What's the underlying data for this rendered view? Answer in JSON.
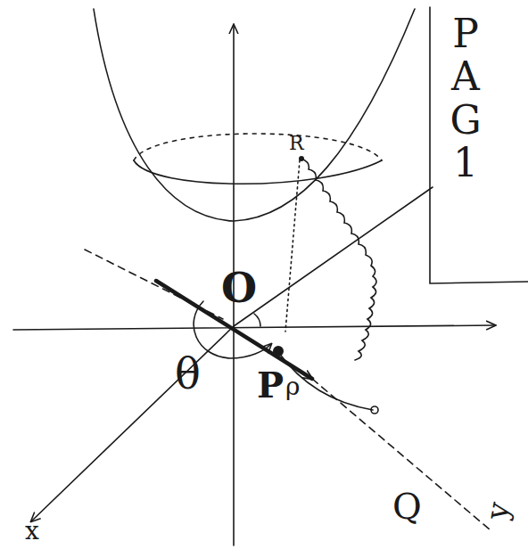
{
  "diagram": {
    "nodes": [
      {
        "text": [
          "PAG 1"
        ]
      }
    ],
    "labels": [
      "O",
      "θ",
      "P",
      "ρ",
      "Q",
      "x",
      "y",
      "R"
    ]
  }
}
